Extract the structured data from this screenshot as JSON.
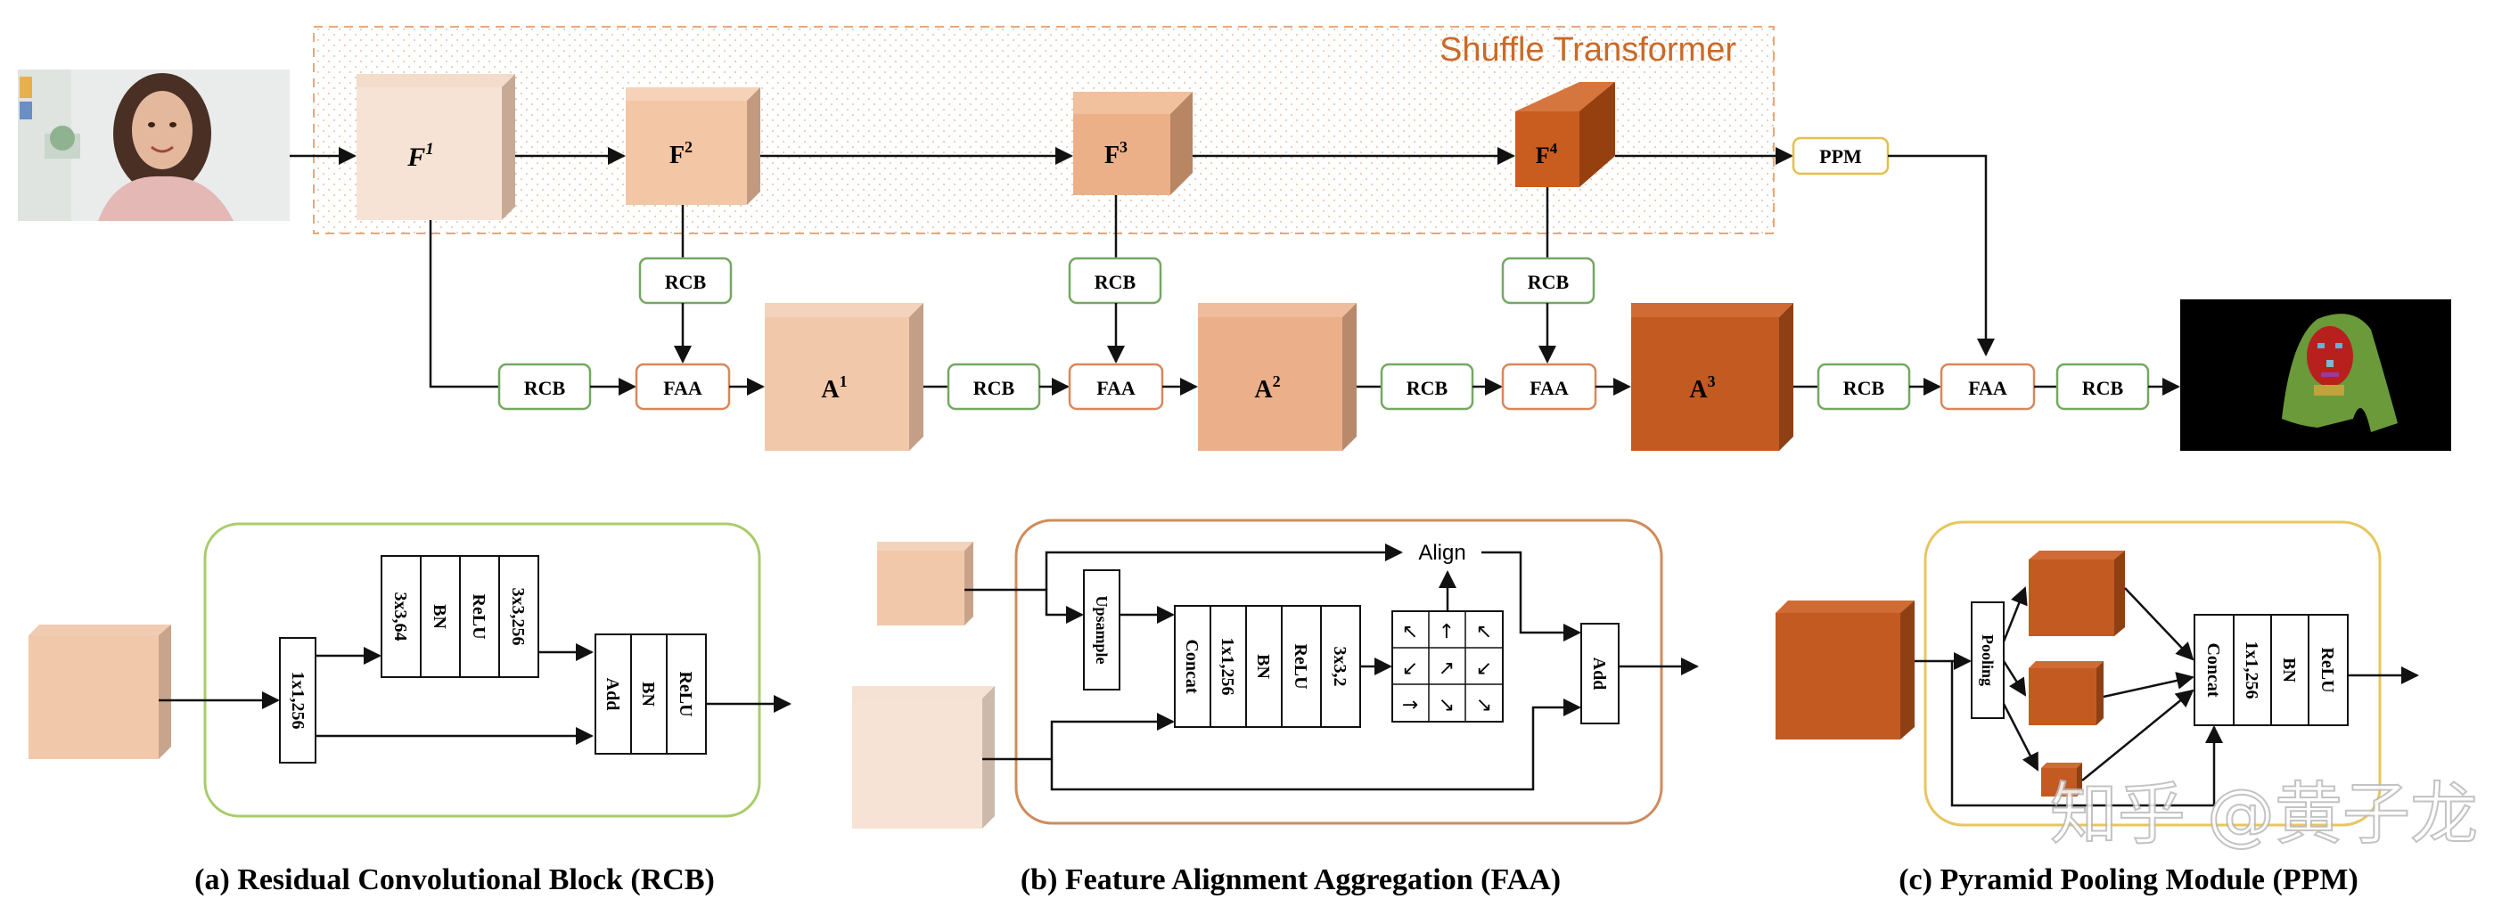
{
  "title": "Shuffle Transformer",
  "features": [
    {
      "base": "F",
      "sup": "1"
    },
    {
      "base": "F",
      "sup": "2"
    },
    {
      "base": "F",
      "sup": "3"
    },
    {
      "base": "F",
      "sup": "4"
    }
  ],
  "aggregations": [
    {
      "base": "A",
      "sup": "1"
    },
    {
      "base": "A",
      "sup": "2"
    },
    {
      "base": "A",
      "sup": "3"
    }
  ],
  "blocks": {
    "rcb": "RCB",
    "faa": "FAA",
    "ppm": "PPM"
  },
  "rcb_detail": {
    "conv1": "1x1,256",
    "stack": [
      "3x3,64",
      "BN",
      "ReLU",
      "3x3,256"
    ],
    "out": [
      "Add",
      "BN",
      "ReLU"
    ],
    "caption": "(a) Residual Convolutional Block (RCB)"
  },
  "faa_detail": {
    "upsample": "Upsample",
    "stack": [
      "Concat",
      "1x1,256",
      "BN",
      "ReLU",
      "3x3,2"
    ],
    "align": "Align",
    "add": "Add",
    "arrows": [
      "↖",
      "↑",
      "↖",
      "↙",
      "↗",
      "↙",
      "→",
      "↘",
      "↘"
    ],
    "caption": "(b) Feature Alignment Aggregation (FAA)"
  },
  "ppm_detail": {
    "pooling": "Pooling",
    "stack": [
      "Concat",
      "1x1,256",
      "BN",
      "ReLU"
    ],
    "caption": "(c) Pyramid Pooling Module (PPM)"
  },
  "watermark": "知乎 @黄子龙",
  "colors": {
    "f1": "#f7e3d5",
    "f2": "#f3c7a6",
    "f3": "#ecb089",
    "f4": "#c85d1f",
    "a1": "#f2c8ab",
    "a2": "#ebb08a",
    "a3": "#c25a22",
    "rcb_border": "#74a862",
    "faa_border": "#d9875a",
    "ppm_border": "#e5c04a",
    "shuffle_text": "#c96a28",
    "rcb_panel": "#a8cc6a",
    "faa_panel": "#cf8c5c",
    "ppm_panel": "#e8c65e"
  }
}
